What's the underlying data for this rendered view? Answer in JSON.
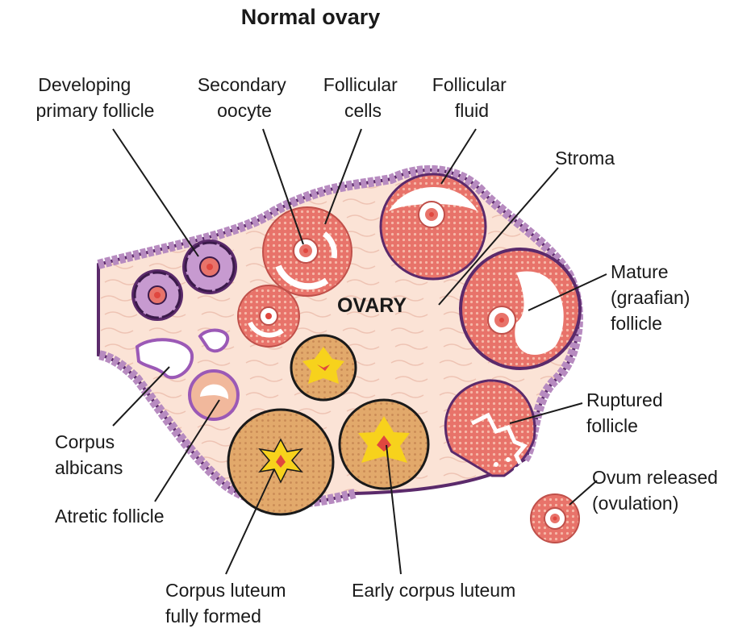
{
  "title": "Normal ovary",
  "center_label": "OVARY",
  "labels": {
    "developing_primary_follicle": [
      "Developing",
      "primary follicle"
    ],
    "secondary_oocyte": [
      "Secondary",
      "oocyte"
    ],
    "follicular_cells": [
      "Follicular",
      "cells"
    ],
    "follicular_fluid": [
      "Follicular",
      "fluid"
    ],
    "stroma": [
      "Stroma"
    ],
    "mature_follicle": [
      "Mature",
      "(graafian)",
      "follicle"
    ],
    "ruptured_follicle": [
      "Ruptured",
      "follicle"
    ],
    "ovum_released": [
      "Ovum released",
      "(ovulation)"
    ],
    "corpus_albicans": [
      "Corpus",
      "albicans"
    ],
    "atretic_follicle": [
      "Atretic follicle"
    ],
    "corpus_luteum_fully_formed": [
      "Corpus luteum",
      "fully formed"
    ],
    "early_corpus_luteum": [
      "Early corpus luteum"
    ]
  },
  "colors": {
    "stroma": "#fbe3d6",
    "epithelium": "#b78bc0",
    "epithelium_dot": "#3b1a4a",
    "granulosa": "#e8736a",
    "fluid": "#ffffff",
    "oocyte_nucleus": "#e0473f",
    "luteum": "#e2a96b",
    "luteum_core": "#f7d21c",
    "luteum_star": "#e0473f",
    "primary_follicle": "#c79ad0"
  }
}
